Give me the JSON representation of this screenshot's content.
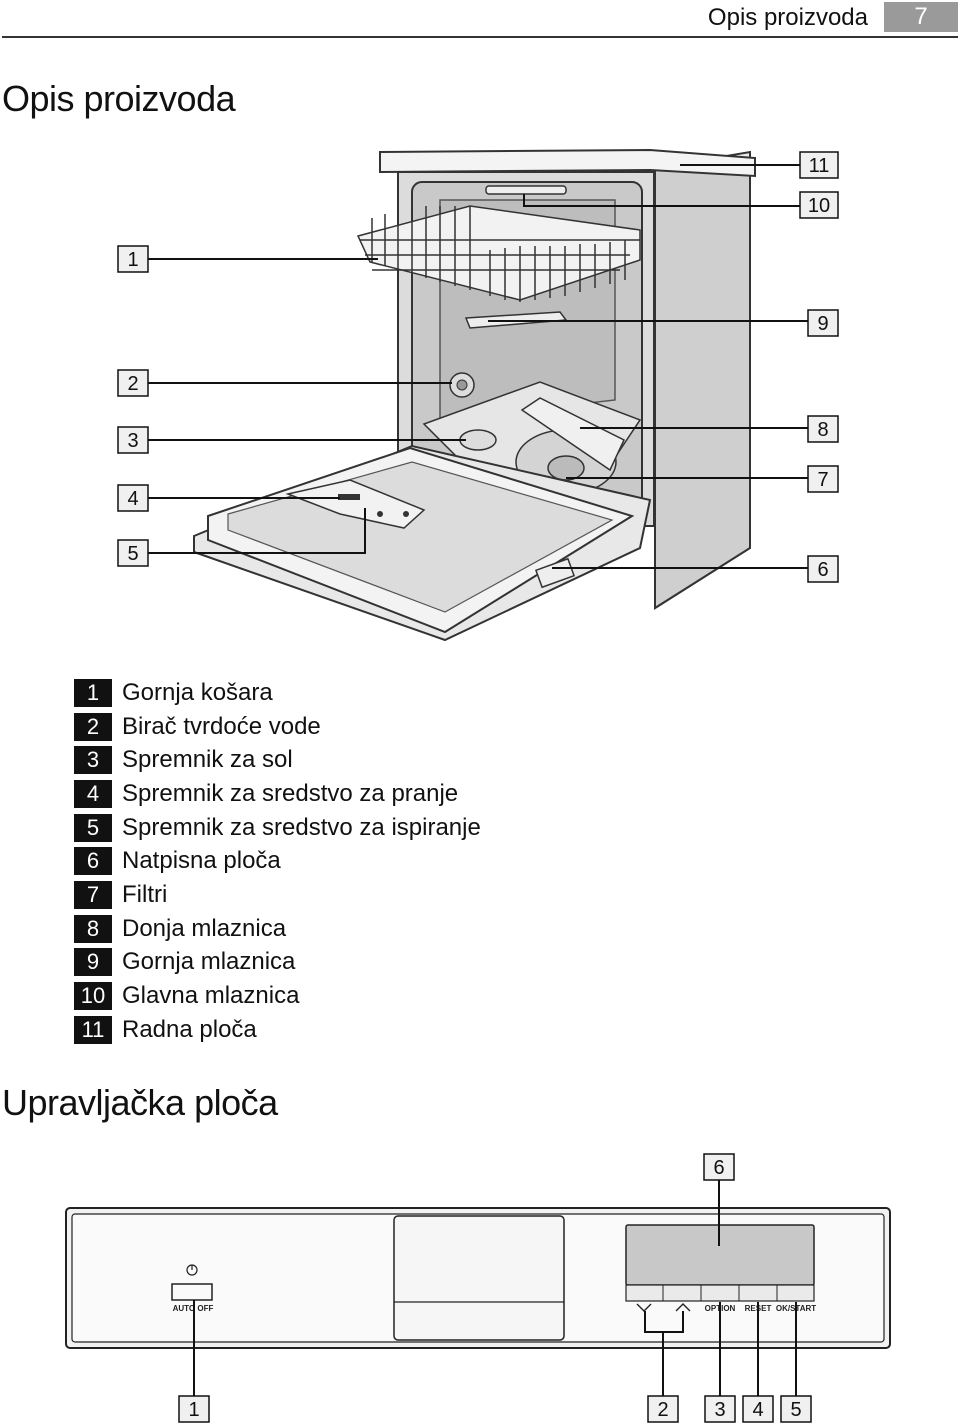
{
  "header": {
    "title": "Opis proizvoda",
    "page_number": "7"
  },
  "section1": {
    "title": "Opis proizvoda"
  },
  "section2": {
    "title": "Upravljačka ploča"
  },
  "diagram_callouts": [
    "1",
    "2",
    "3",
    "4",
    "5",
    "6",
    "7",
    "8",
    "9",
    "10",
    "11"
  ],
  "legend": [
    {
      "num": "1",
      "label": "Gornja košara"
    },
    {
      "num": "2",
      "label": "Birač tvrdoće vode"
    },
    {
      "num": "3",
      "label": "Spremnik za sol"
    },
    {
      "num": "4",
      "label": "Spremnik za sredstvo za pranje"
    },
    {
      "num": "5",
      "label": "Spremnik za sredstvo za ispiranje"
    },
    {
      "num": "6",
      "label": "Natpisna ploča"
    },
    {
      "num": "7",
      "label": "Filtri"
    },
    {
      "num": "8",
      "label": "Donja mlaznica"
    },
    {
      "num": "9",
      "label": "Gornja mlaznica"
    },
    {
      "num": "10",
      "label": "Glavna mlaznica"
    },
    {
      "num": "11",
      "label": "Radna ploča"
    }
  ],
  "control_panel": {
    "auto_off": "AUTO OFF",
    "buttons": [
      "OPTION",
      "RESET",
      "OK/START"
    ],
    "callouts": [
      "1",
      "2",
      "3",
      "4",
      "5",
      "6"
    ]
  }
}
